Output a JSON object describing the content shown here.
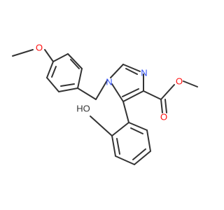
{
  "molecule": {
    "atoms": {
      "methoxy_o": "O",
      "n1": "N",
      "n3": "N",
      "ester_o_single": "O",
      "ester_o_double": "O",
      "hydroxy": "HO"
    },
    "colors": {
      "bond": "#333333",
      "nitrogen": "#3050F8",
      "oxygen": "#FF0D0D",
      "background": "#ffffff"
    }
  }
}
